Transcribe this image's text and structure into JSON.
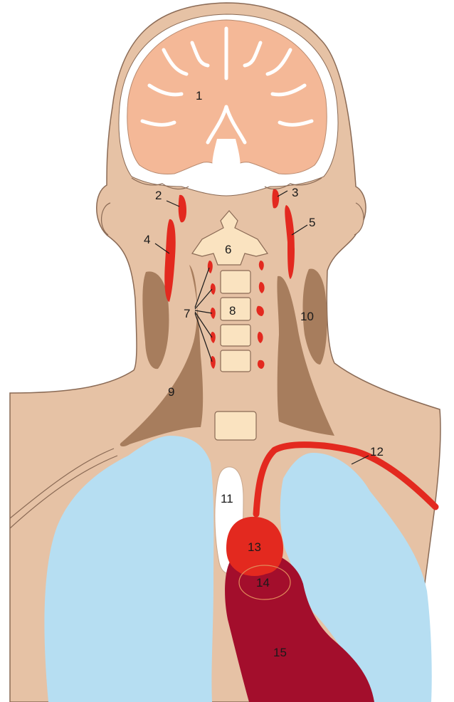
{
  "labels": {
    "l1": "1",
    "l2": "2",
    "l3": "3",
    "l4": "4",
    "l5": "5",
    "l6": "6",
    "l7": "7",
    "l8": "8",
    "l9": "9",
    "l10": "10",
    "l11": "11",
    "l12": "12",
    "l13": "13",
    "l14": "14",
    "l15": "15"
  },
  "colors": {
    "skin": "#e6c2a5",
    "skin_outline": "#8a6a55",
    "brain": "#f4b897",
    "bone": "#fae3c0",
    "muscle": "#a77d5d",
    "lung": "#b6def2",
    "vessel": "#e3291f",
    "heart_dark": "#a30e2c",
    "white": "#ffffff"
  }
}
